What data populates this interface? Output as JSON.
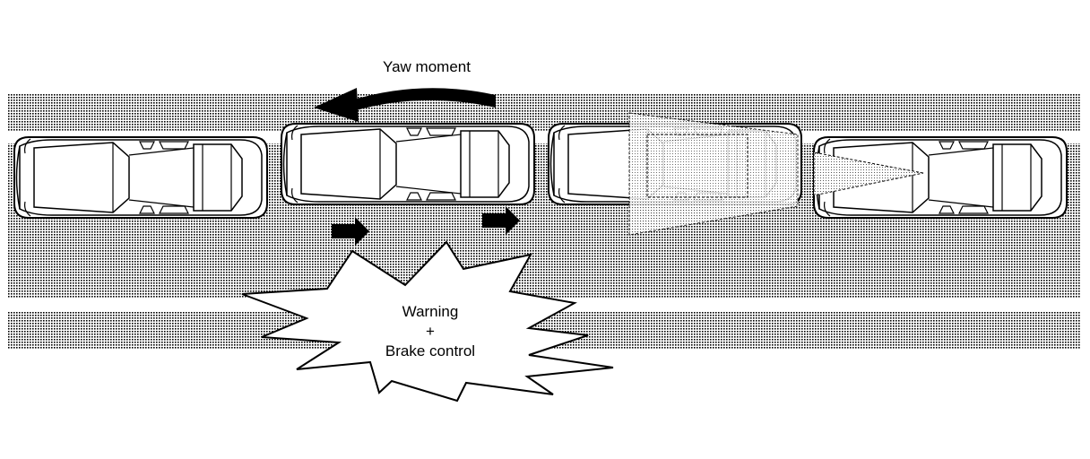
{
  "labels": {
    "yaw_moment": "Yaw moment",
    "warning_line1": "Warning",
    "warning_line2": "+",
    "warning_line3": "Brake control"
  },
  "colors": {
    "road_dot": "#000000",
    "car_fill": "#ffffff",
    "outline": "#000000",
    "sensor_zone": "#c8c8c8"
  },
  "icons": {
    "yaw_arrow": "curved-left-arrow",
    "motion_arrow": "right-arrow",
    "burst": "starburst"
  }
}
